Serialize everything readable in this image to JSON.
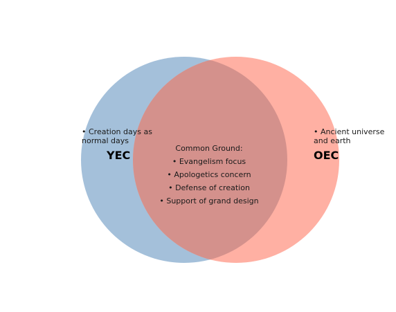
{
  "sets": [
    {
      "name": "YEC",
      "items": [
        "• Creation days as normal days"
      ],
      "color": "#7aa3c8"
    },
    {
      "name": "OEC",
      "items": [
        "• Ancient universe and earth"
      ],
      "color": "#ff8c7a"
    }
  ],
  "intersection": {
    "heading": "Common Ground:",
    "items": [
      "• Evangelism focus",
      "• Apologetics concern",
      "• Defense of creation",
      "• Support of grand design"
    ],
    "color": "#d4918c"
  }
}
